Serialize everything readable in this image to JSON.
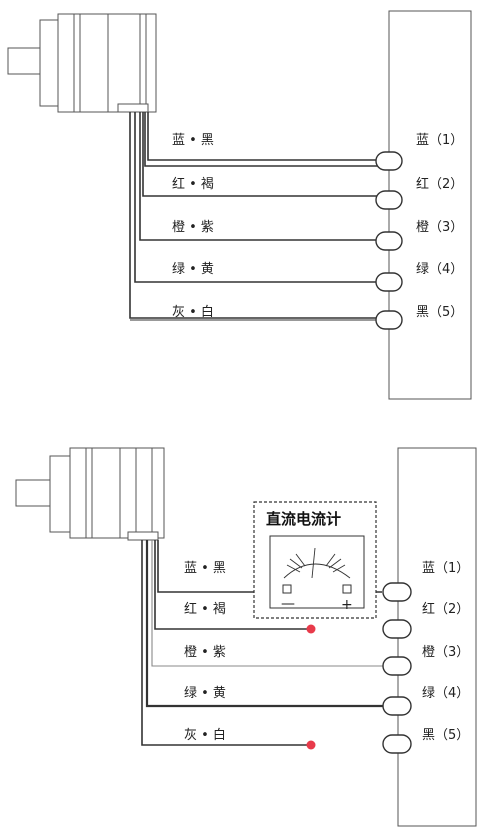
{
  "diagram_top": {
    "wire_labels": [
      "蓝 • 黑",
      "红 • 褐",
      "橙 • 紫",
      "绿 • 黄",
      "灰 • 白"
    ],
    "terminal_labels": [
      "蓝（1）",
      "红（2）",
      "橙（3）",
      "绿（4）",
      "黑（5）"
    ]
  },
  "diagram_bottom": {
    "wire_labels": [
      "蓝 • 黑",
      "红 • 褐",
      "橙 • 紫",
      "绿 • 黄",
      "灰 • 白"
    ],
    "terminal_labels": [
      "蓝（1）",
      "红（2）",
      "橙（3）",
      "绿（4）",
      "黑（5）"
    ],
    "meter": {
      "title": "直流电流计",
      "minus_symbol": "—",
      "plus_symbol": "+"
    }
  },
  "colors": {
    "line": "#333333",
    "probe_tip": "#e83a4a"
  }
}
